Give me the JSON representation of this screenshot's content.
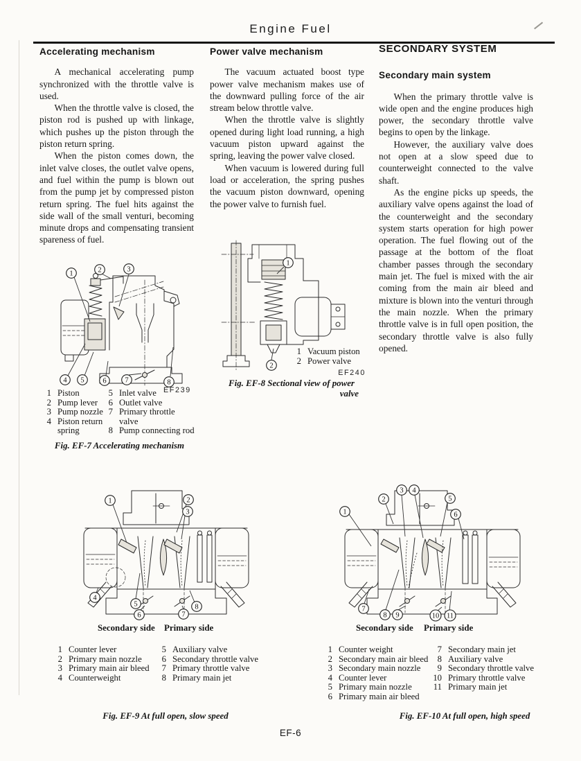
{
  "page": {
    "title": "Engine Fuel",
    "number": "EF-6"
  },
  "col1": {
    "heading": "Accelerating mechanism",
    "p1": "A mechanical accelerating pump synchronized with the throttle valve is used.",
    "p2": "When the throttle valve is closed, the piston rod is pushed up with linkage, which pushes up the piston through the piston return spring.",
    "p3": "When the piston comes down, the inlet valve closes, the outlet valve opens, and fuel within the pump is blown out from the pump jet by compressed piston return spring. The fuel hits against the side wall of the small venturi, becoming minute drops and compensating transient spareness of fuel."
  },
  "col2": {
    "heading": "Power valve mechanism",
    "p1": "The vacuum actuated boost type power valve mechanism makes use of the downward pulling force of the air stream below throttle valve.",
    "p2": "When the throttle valve is slightly opened during light load running, a high vacuum piston upward against the spring, leaving the power valve closed.",
    "p3": "When vacuum is lowered during full load or acceleration, the spring pushes the vacuum piston downward, opening the power valve to furnish fuel."
  },
  "col3": {
    "heading": "SECONDARY SYSTEM",
    "subheading": "Secondary main system",
    "p1": "When the primary throttle valve is wide open and the engine produces high power, the secondary throttle valve begins to open by the linkage.",
    "p2": "However, the auxiliary valve does not open at a slow speed due to counterweight connected to the valve shaft.",
    "p3": "As the engine picks up speeds, the auxiliary valve opens against the load of the counterweight and the secondary system starts operation for high power operation. The fuel flowing out of the passage at the bottom of the float chamber passes through the secondary main jet. The fuel is mixed with the air coming from the main air bleed and mixture is blown into the venturi through the main nozzle. When the primary throttle valve is in full open position, the secondary throttle valve is also fully opened."
  },
  "fig7": {
    "code": "EF239",
    "caption": "Fig. EF-7  Accelerating mechanism",
    "callouts": [
      "1",
      "2",
      "3",
      "4",
      "5",
      "6",
      "7",
      "8"
    ],
    "legend_left": [
      {
        "num": "1",
        "label": "Piston"
      },
      {
        "num": "2",
        "label": "Pump lever"
      },
      {
        "num": "3",
        "label": "Pump nozzle"
      },
      {
        "num": "4",
        "label": "Piston return spring"
      }
    ],
    "legend_right": [
      {
        "num": "5",
        "label": "Inlet valve"
      },
      {
        "num": "6",
        "label": "Outlet valve"
      },
      {
        "num": "7",
        "label": "Primary throttle valve"
      },
      {
        "num": "8",
        "label": "Pump connecting rod"
      }
    ]
  },
  "fig8": {
    "code": "EF240",
    "caption_line1": "Fig. EF-8  Sectional view of power",
    "caption_line2": "valve",
    "callouts": [
      "1",
      "2"
    ],
    "legend": [
      {
        "num": "1",
        "label": "Vacuum piston"
      },
      {
        "num": "2",
        "label": "Power valve"
      }
    ]
  },
  "fig9": {
    "caption": "Fig. EF-9  At full open, slow speed",
    "secondary_label": "Secondary side",
    "primary_label": "Primary side",
    "callouts": [
      "1",
      "2",
      "3",
      "4",
      "5",
      "6",
      "7",
      "8"
    ],
    "legend_left": [
      {
        "num": "1",
        "label": "Counter lever"
      },
      {
        "num": "2",
        "label": "Primary main nozzle"
      },
      {
        "num": "3",
        "label": "Primary main air bleed"
      },
      {
        "num": "4",
        "label": "Counterweight"
      }
    ],
    "legend_right": [
      {
        "num": "5",
        "label": "Auxiliary valve"
      },
      {
        "num": "6",
        "label": "Secondary throttle valve"
      },
      {
        "num": "7",
        "label": "Primary throttle valve"
      },
      {
        "num": "8",
        "label": "Primary main jet"
      }
    ]
  },
  "fig10": {
    "caption": "Fig. EF-10  At full open, high speed",
    "secondary_label": "Secondary side",
    "primary_label": "Primary side",
    "callouts": [
      "1",
      "2",
      "3",
      "4",
      "5",
      "6",
      "7",
      "8",
      "9",
      "10",
      "11"
    ],
    "legend_left": [
      {
        "num": "1",
        "label": "Counter weight"
      },
      {
        "num": "2",
        "label": "Secondary main air bleed"
      },
      {
        "num": "3",
        "label": "Secondary main nozzle"
      },
      {
        "num": "4",
        "label": "Counter lever"
      },
      {
        "num": "5",
        "label": "Primary main nozzle"
      },
      {
        "num": "6",
        "label": "Primary main air bleed"
      }
    ],
    "legend_right": [
      {
        "num": "7",
        "label": "Secondary main jet"
      },
      {
        "num": "8",
        "label": "Auxiliary valve"
      },
      {
        "num": "9",
        "label": "Secondary throttle valve"
      },
      {
        "num": "10",
        "label": "Primary throttle valve"
      },
      {
        "num": "11",
        "label": "Primary main jet"
      }
    ]
  }
}
